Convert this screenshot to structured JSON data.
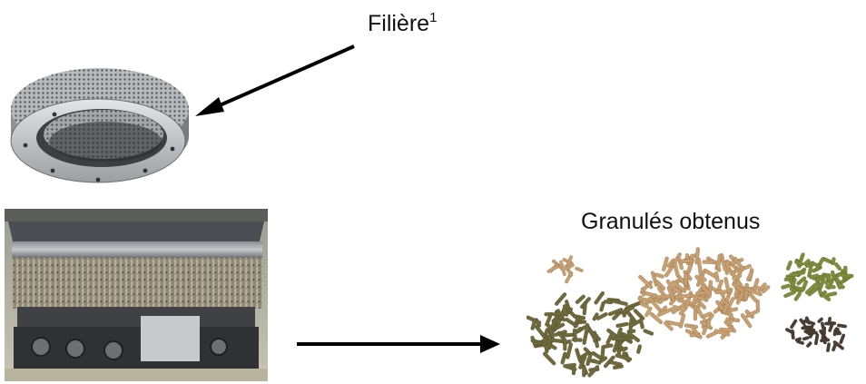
{
  "labels": {
    "die_label": "Filière",
    "die_label_note": "1",
    "pellets_label": "Granulés obtenus"
  },
  "images": {
    "die_ring": "pellet-mill-die-ring-photo",
    "machine": "pellet-press-with-extruded-strands-photo",
    "pellets": "piles-of-wood-pellets-photo"
  },
  "colors": {
    "arrow": "#000000",
    "text": "#111111",
    "steel_light": "#d7d8da",
    "steel_dark": "#5e6064",
    "pellet_brown": "#c8a070",
    "pellet_olive": "#6f6a3c",
    "pellet_green": "#7d8d3a",
    "pellet_dark": "#4a3f33"
  }
}
